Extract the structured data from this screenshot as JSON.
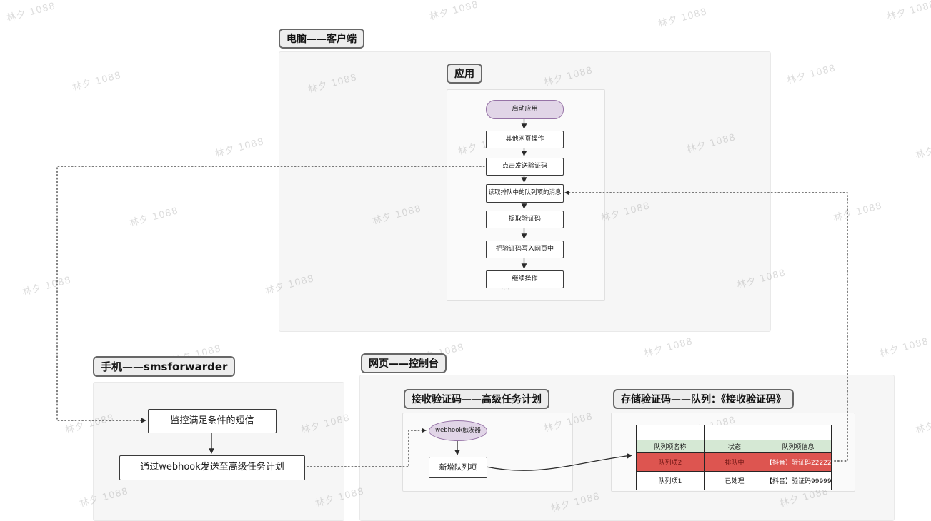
{
  "watermark": {
    "text": "林夕 1088"
  },
  "computer": {
    "label": "电脑——客户端",
    "app": {
      "label": "应用",
      "nodes": [
        {
          "label": "启动应用"
        },
        {
          "label": "其他网页操作"
        },
        {
          "label": "点击发送验证码"
        },
        {
          "label": "读取排队中的队列项的消息"
        },
        {
          "label": "提取验证码"
        },
        {
          "label": "把验证码写入网页中"
        },
        {
          "label": "继续操作"
        }
      ]
    }
  },
  "phone": {
    "label": "手机——smsforwarder",
    "nodes": [
      {
        "label": "监控满足条件的短信"
      },
      {
        "label": "通过webhook发送至高级任务计划"
      }
    ]
  },
  "console": {
    "label": "网页——控制台",
    "receive": {
      "label": "接收验证码——高级任务计划",
      "nodes": [
        {
          "label": "webhook触发器"
        },
        {
          "label": "新增队列项"
        }
      ]
    },
    "store": {
      "label": "存储验证码——队列：《接收验证码》",
      "table": {
        "headers": [
          "队列项名称",
          "状态",
          "队列项信息"
        ],
        "rows": [
          {
            "name": "队列项2",
            "status": "排队中",
            "info": "【抖音】验证码22222",
            "highlight": true
          },
          {
            "name": "队列项1",
            "status": "已处理",
            "info": "【抖音】验证码99999",
            "highlight": false
          }
        ]
      }
    }
  },
  "colors": {
    "purple_fill": "#e1d5e7",
    "purple_border": "#9673a6",
    "green_header": "#d5e8d4",
    "red_row": "#dd5550"
  }
}
